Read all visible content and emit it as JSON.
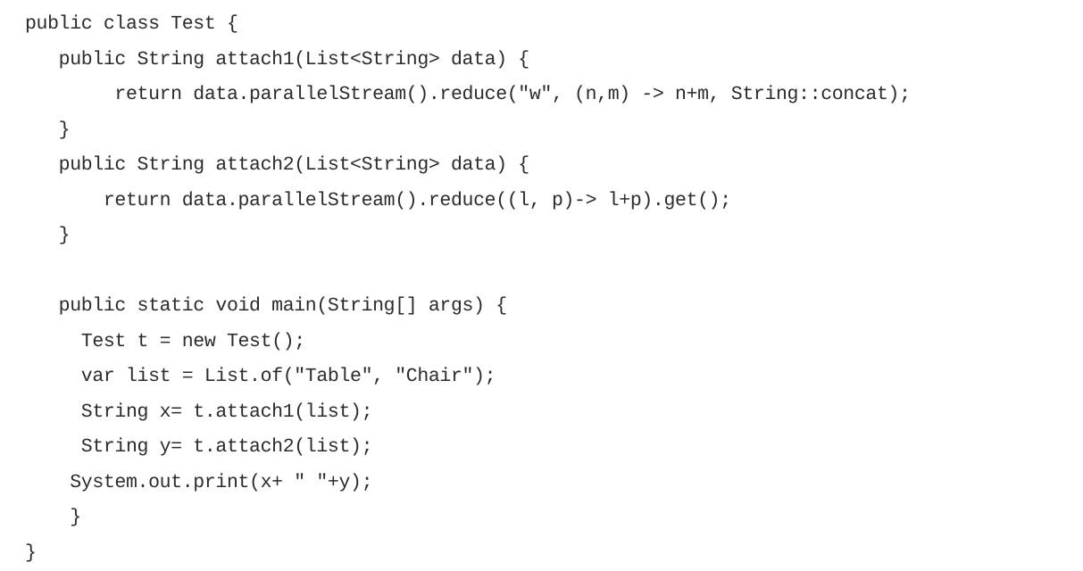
{
  "document": {
    "type": "source-code-listing",
    "language": "Java",
    "background_color": "#ffffff",
    "text_color": "#2b2b2b",
    "class_name": "Test",
    "code_lines": [
      "public class Test {",
      "   public String attach1(List<String> data) {",
      "        return data.parallelStream().reduce(\"w\", (n,m) -> n+m, String::concat);",
      "   }",
      "   public String attach2(List<String> data) {",
      "       return data.parallelStream().reduce((l, p)-> l+p).get();",
      "   }",
      "",
      "   public static void main(String[] args) {",
      "     Test t = new Test();",
      "     var list = List.of(\"Table\", \"Chair\");",
      "     String x= t.attach1(list);",
      "     String y= t.attach2(list);",
      "    System.out.print(x+ \" \"+y);",
      "    }",
      "}"
    ]
  }
}
